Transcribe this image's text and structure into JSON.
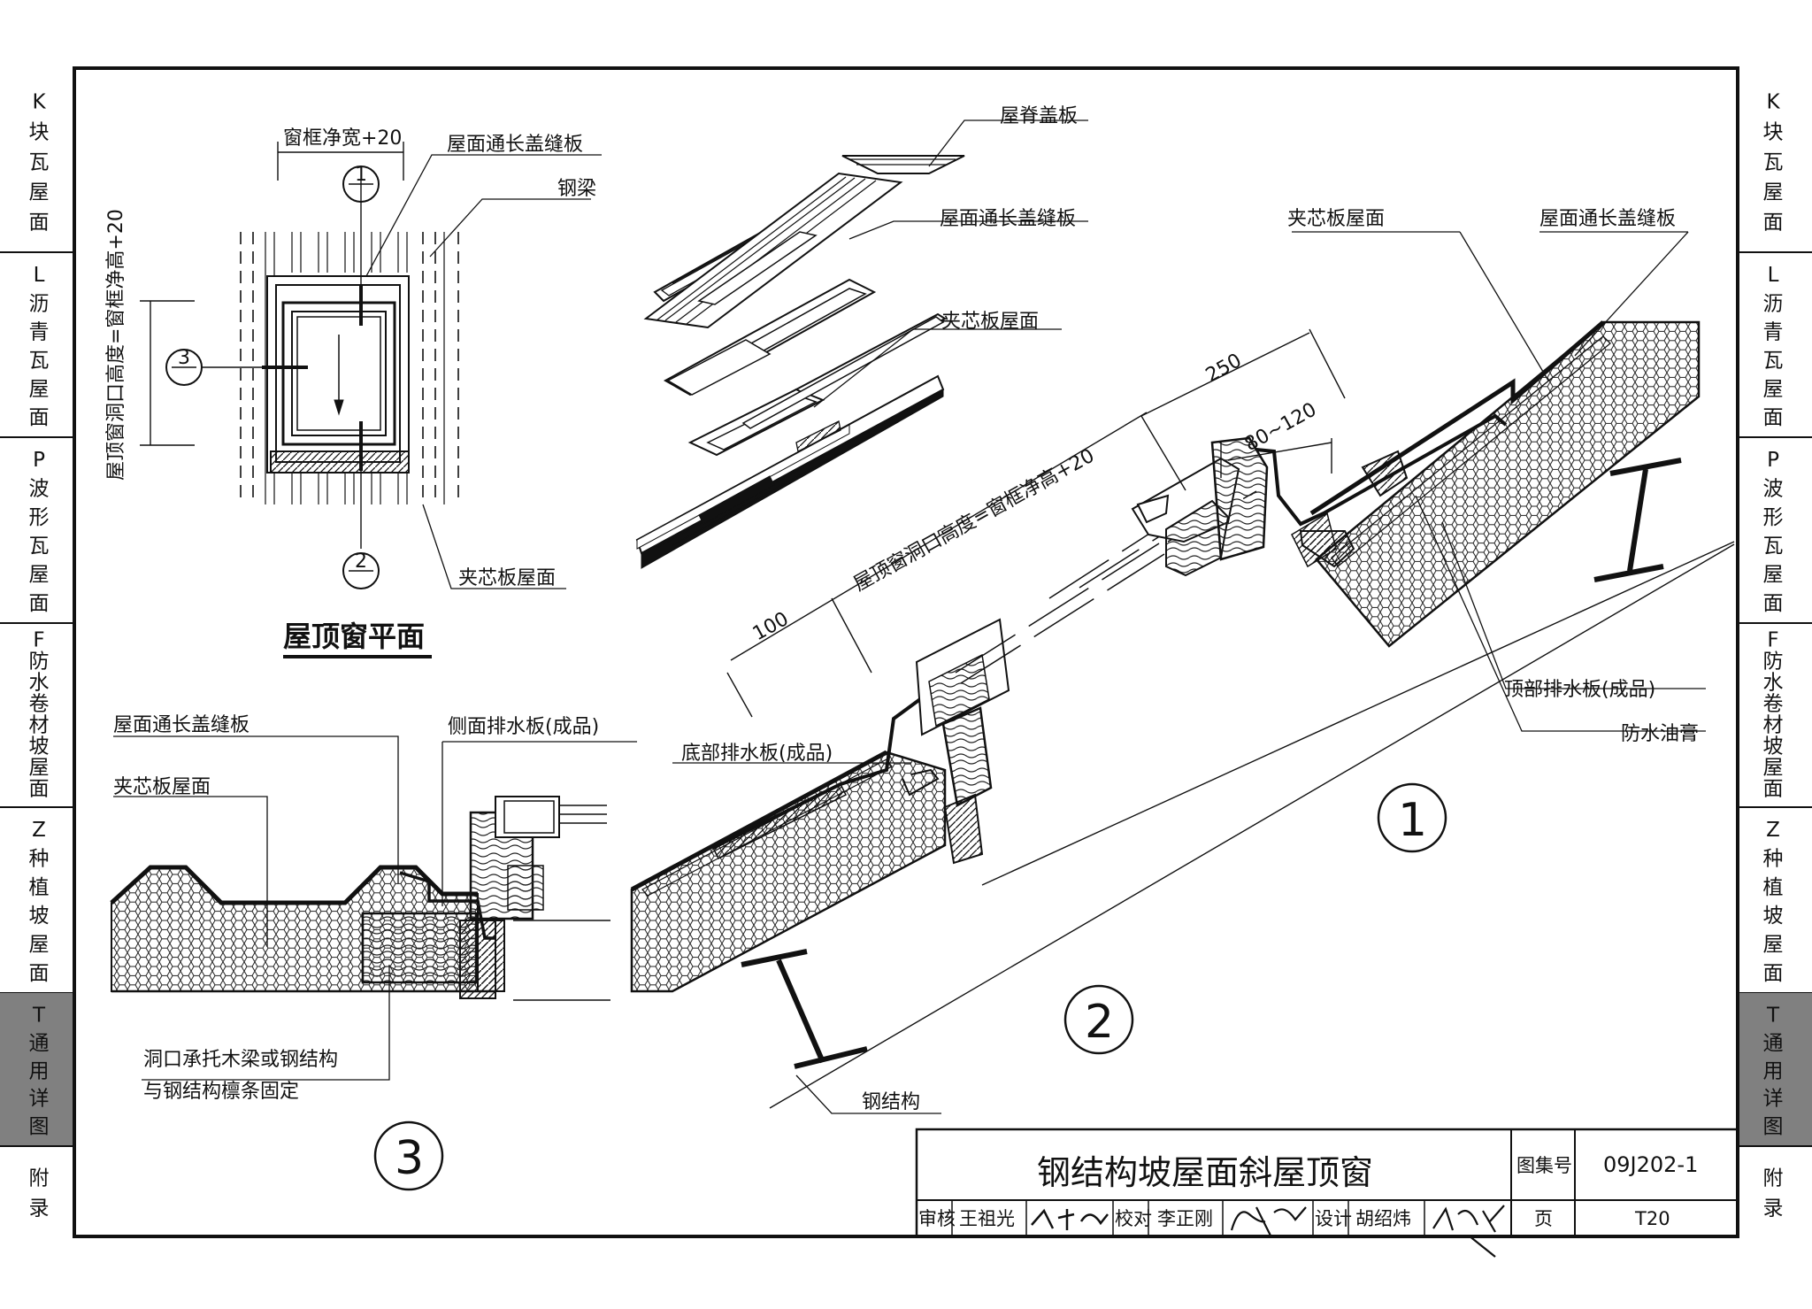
{
  "side_tabs": [
    {
      "lines": [
        "K",
        "块",
        "瓦",
        "屋",
        "面"
      ],
      "active": false
    },
    {
      "lines": [
        "L",
        "沥",
        "青",
        "瓦",
        "屋",
        "面"
      ],
      "active": false
    },
    {
      "lines": [
        "P",
        "波",
        "形",
        "瓦",
        "屋",
        "面"
      ],
      "active": false
    },
    {
      "lines": [
        "F",
        "防",
        "水",
        "卷",
        "材",
        "坡",
        "屋",
        "面"
      ],
      "active": false
    },
    {
      "lines": [
        "Z",
        "种",
        "植",
        "坡",
        "屋",
        "面"
      ],
      "active": false
    },
    {
      "lines": [
        "T",
        "通",
        "用",
        "详",
        "图"
      ],
      "active": true
    },
    {
      "lines": [
        "附",
        "录"
      ],
      "active": false
    }
  ],
  "plan": {
    "title": "屋顶窗平面",
    "dim_width": "窗框净宽+20",
    "dim_height": "屋顶窗洞口高度=窗框净高+20",
    "label_cover": "屋面通长盖缝板",
    "label_beam": "钢梁",
    "label_panel": "夹芯板屋面",
    "cut1": "1",
    "cut2": "2",
    "cut3": "3"
  },
  "explode": {
    "label_ridge": "屋脊盖板",
    "label_cover": "屋面通长盖缝板",
    "label_panel": "夹芯板屋面"
  },
  "detail12": {
    "label_panel": "夹芯板屋面",
    "label_cover": "屋面通长盖缝板",
    "dim_250": "250",
    "dim_80120": "80~120",
    "dim_100": "100",
    "dim_height": "屋顶窗洞口高度=窗框净高+20",
    "label_top_drain": "顶部排水板(成品)",
    "label_sealant": "防水油膏",
    "label_bottom_drain": "底部排水板(成品)",
    "label_steel": "钢结构",
    "num1": "1",
    "num2": "2"
  },
  "detail3": {
    "label_cover": "屋面通长盖缝板",
    "label_side_drain": "侧面排水板(成品)",
    "label_panel": "夹芯板屋面",
    "note1": "洞口承托木梁或钢结构",
    "note2": "与钢结构檩条固定",
    "num": "3"
  },
  "title_block": {
    "title": "钢结构坡屋面斜屋顶窗",
    "atlas_label": "图集号",
    "atlas_no": "09J202-1",
    "review_label": "审核",
    "review_name": "王祖光",
    "review_sig": "王祖光",
    "check_label": "校对",
    "check_name": "李正刚",
    "check_sig": "李正刚",
    "design_label": "设计",
    "design_name": "胡绍炜",
    "design_sig": "胡绍炜",
    "page_label": "页",
    "page_no": "T20"
  }
}
